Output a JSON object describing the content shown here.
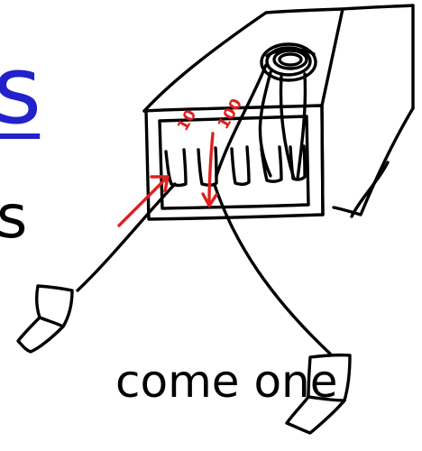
{
  "slide": {
    "title_fragment": "s",
    "body_fragment": "s",
    "caption": "come one"
  },
  "sketch": {
    "box_label_left": "10",
    "box_label_right": "100",
    "ink_color": "#000000",
    "annotation_color": "#e0201e",
    "title_color": "#2222cc"
  }
}
